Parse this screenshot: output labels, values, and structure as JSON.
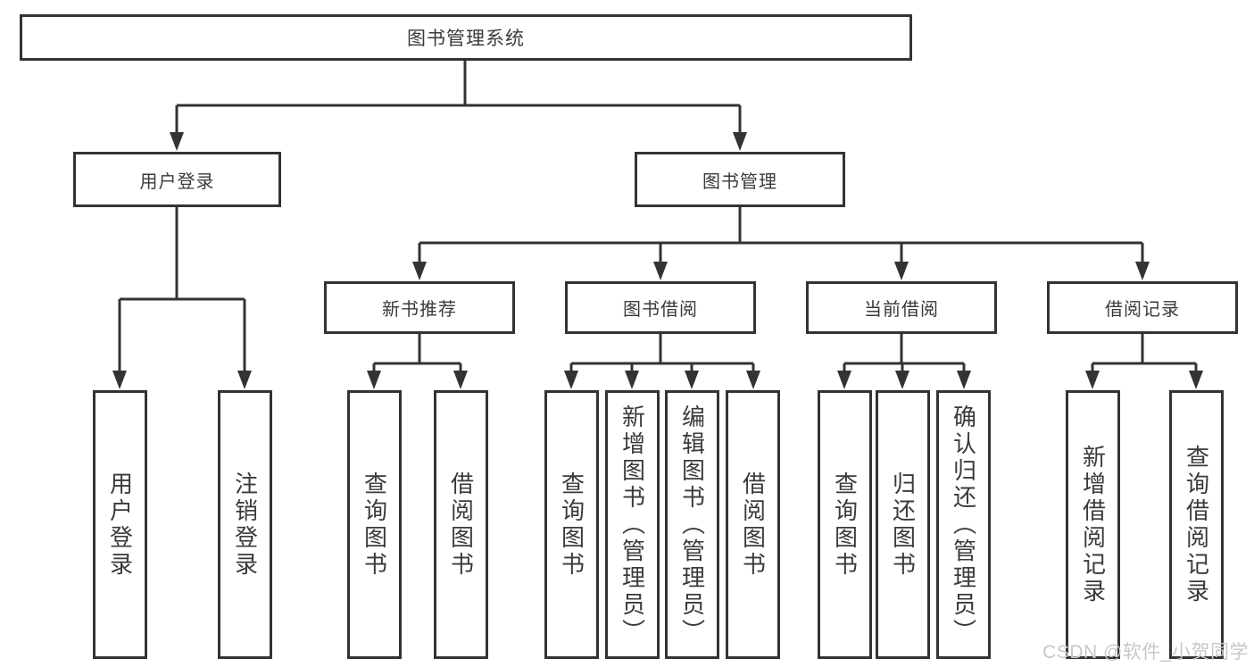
{
  "tree": {
    "root": {
      "label": "图书管理系统"
    },
    "user_login": {
      "label": "用户登录",
      "children": [
        "用户登录",
        "注销登录"
      ]
    },
    "book_mgmt": {
      "label": "图书管理"
    },
    "new_books": {
      "label": "新书推荐",
      "children": [
        "查询图书",
        "借阅图书"
      ]
    },
    "book_borrow": {
      "label": "图书借阅",
      "children": [
        "查询图书",
        "新增图书（管理员）",
        "编辑图书（管理员）",
        "借阅图书"
      ]
    },
    "current_borrow": {
      "label": "当前借阅",
      "children": [
        "查询图书",
        "归还图书",
        "确认归还（管理员）"
      ]
    },
    "borrow_records": {
      "label": "借阅记录",
      "children": [
        "新增借阅记录",
        "查询借阅记录"
      ]
    }
  },
  "watermark": "CSDN @软件_小贺同学",
  "colors": {
    "line": "#333333",
    "text": "#3a3a3a",
    "watermark": "#c8c8c8",
    "background": "#ffffff"
  }
}
